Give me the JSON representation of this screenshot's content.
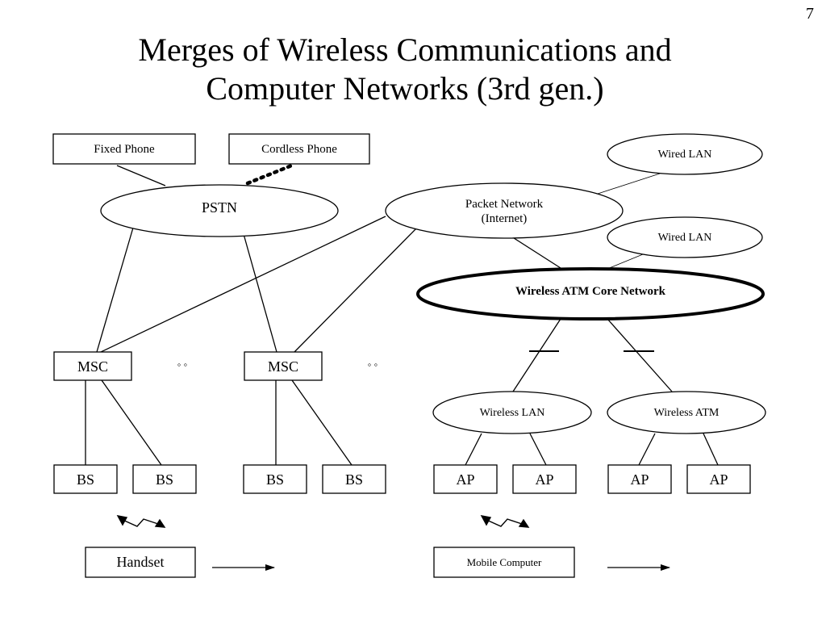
{
  "page_number": "7",
  "title": {
    "line1": "Merges of Wireless Communications and",
    "line2": "Computer Networks (3rd gen.)"
  },
  "nodes": {
    "fixed_phone": "Fixed Phone",
    "cordless_phone": "Cordless Phone",
    "pstn": "PSTN",
    "packet_network_line1": "Packet Network",
    "packet_network_line2": "(Internet)",
    "wired_lan_1": "Wired LAN",
    "wired_lan_2": "Wired LAN",
    "wireless_atm_core": "Wireless ATM Core Network",
    "msc_1": "MSC",
    "msc_2": "MSC",
    "ellipsis_1": "◦ ◦",
    "ellipsis_2": "◦ ◦",
    "wireless_lan": "Wireless LAN",
    "wireless_atm": "Wireless ATM",
    "bs_1": "BS",
    "bs_2": "BS",
    "bs_3": "BS",
    "bs_4": "BS",
    "ap_1": "AP",
    "ap_2": "AP",
    "ap_3": "AP",
    "ap_4": "AP",
    "handset": "Handset",
    "mobile_computer": "Mobile Computer"
  }
}
